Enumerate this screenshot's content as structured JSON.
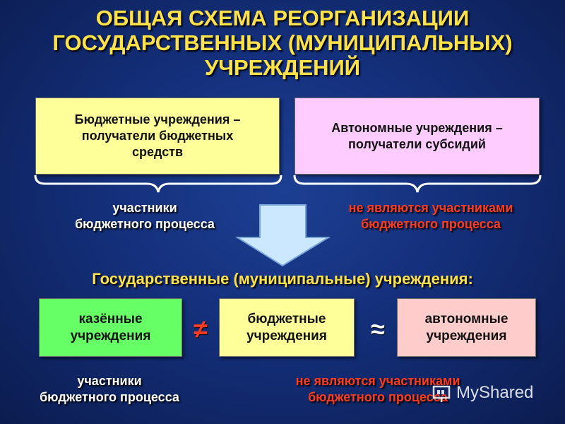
{
  "title": {
    "line1": "ОБЩАЯ СХЕМА РЕОРГАНИЗАЦИИ",
    "line2": "ГОСУДАРСТВЕННЫХ (МУНИЦИПАЛЬНЫХ)",
    "line3": "УЧРЕЖДЕНИЙ"
  },
  "top_boxes": {
    "budget": {
      "line1": "Бюджетные учреждения –",
      "line2": "получатели бюджетных",
      "line3": "средств"
    },
    "autonomous": {
      "line1": "Автономные учреждения –",
      "line2": "получатели субсидий"
    }
  },
  "top_captions": {
    "participants": {
      "line1": "участники",
      "line2": "бюджетного процесса"
    },
    "non_participants": {
      "line1": "не являются участниками",
      "line2": "бюджетного процесса"
    }
  },
  "subtitle": "Государственные (муниципальные) учреждения:",
  "bottom_boxes": {
    "kazennye": {
      "line1": "казённые",
      "line2": "учреждения"
    },
    "budget": {
      "line1": "бюджетные",
      "line2": "учреждения"
    },
    "autonomous": {
      "line1": "автономные",
      "line2": "учреждения"
    }
  },
  "symbols": {
    "not_equal": "≠",
    "approx": "≈"
  },
  "bottom_captions": {
    "participants": {
      "line1": "участники",
      "line2": "бюджетного процесса"
    },
    "non_participants": {
      "line1": "не являются участниками",
      "line2": "бюджетного процесса"
    }
  },
  "watermark": {
    "text": "MyShared"
  },
  "colors": {
    "title": "#ffe24a",
    "box_yellow": "#ffff99",
    "box_pink": "#ffccff",
    "box_green": "#66ff66",
    "box_peach": "#ffcccc",
    "red_text": "#ff3b1f",
    "arrow_fill": "#cce8ff"
  }
}
